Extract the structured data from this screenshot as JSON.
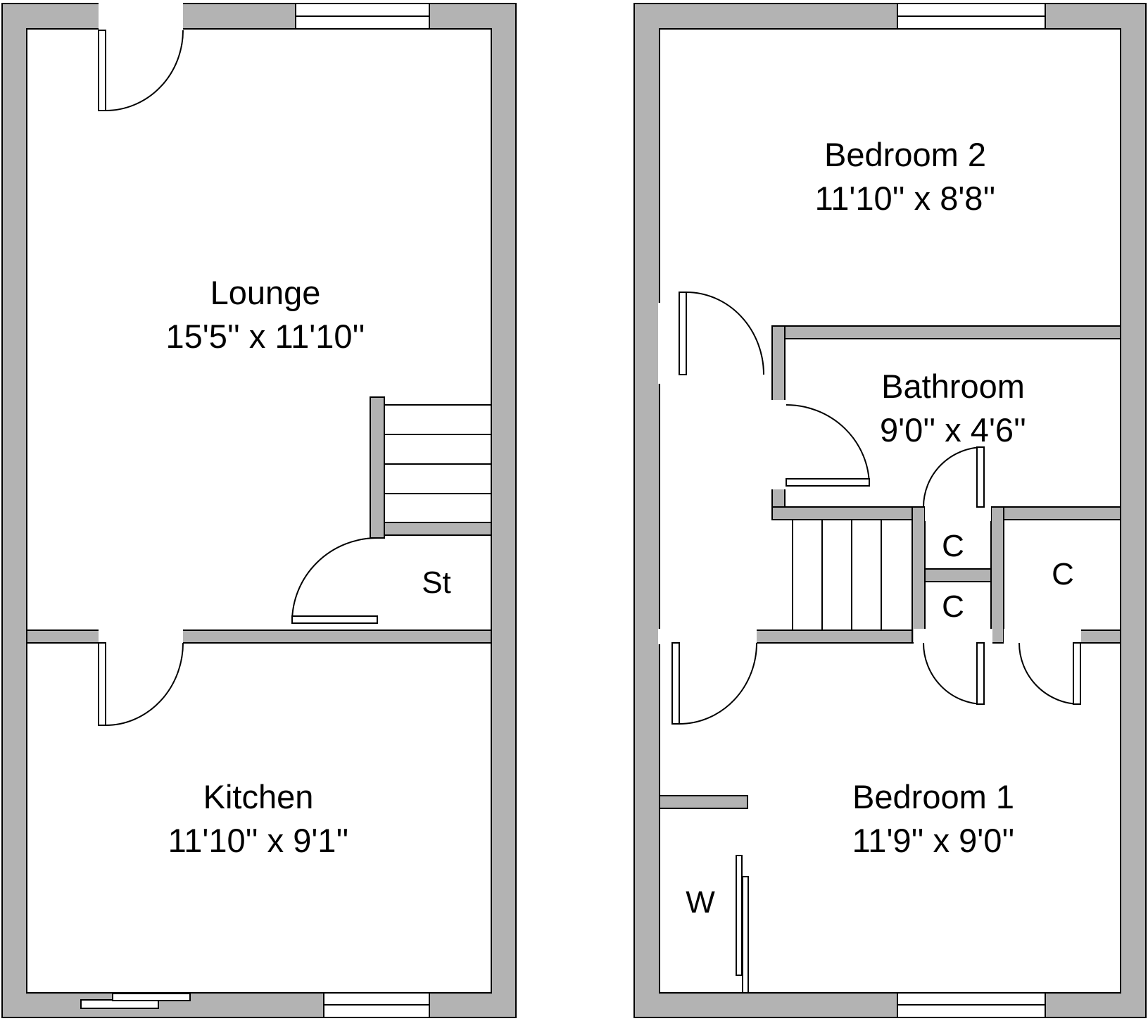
{
  "colors": {
    "wall": "#b3b3b3",
    "line": "#000000",
    "background": "#ffffff"
  },
  "rooms": {
    "lounge": {
      "name": "Lounge",
      "size": "15'5'' x 11'10''"
    },
    "kitchen": {
      "name": "Kitchen",
      "size": "11'10'' x 9'1''"
    },
    "store": {
      "name": "St"
    },
    "bedroom2": {
      "name": "Bedroom 2",
      "size": "11'10'' x 8'8''"
    },
    "bathroom": {
      "name": "Bathroom",
      "size": "9'0'' x 4'6''"
    },
    "bedroom1": {
      "name": "Bedroom 1",
      "size": "11'9'' x 9'0''"
    },
    "cupboard_a": {
      "name": "C"
    },
    "cupboard_b": {
      "name": "C"
    },
    "cupboard_c": {
      "name": "C"
    },
    "wardrobe": {
      "name": "W"
    }
  }
}
